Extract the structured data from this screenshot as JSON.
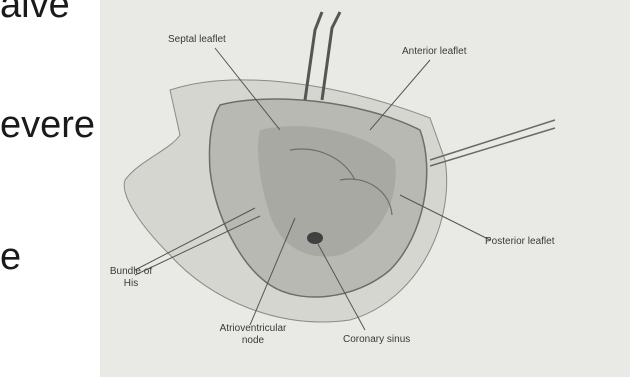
{
  "slide": {
    "text_fragments": [
      "alve",
      "evere",
      "e"
    ]
  },
  "figure": {
    "labels": {
      "septal_leaflet": "Septal leaflet",
      "anterior_leaflet": "Anterior leaflet",
      "posterior_leaflet": "Posterior leaflet",
      "bundle_of_his_line1": "Bundle of",
      "bundle_of_his_line2": "His",
      "av_node_line1": "Atrioventricular",
      "av_node_line2": "node",
      "coronary_sinus": "Coronary sinus"
    }
  }
}
